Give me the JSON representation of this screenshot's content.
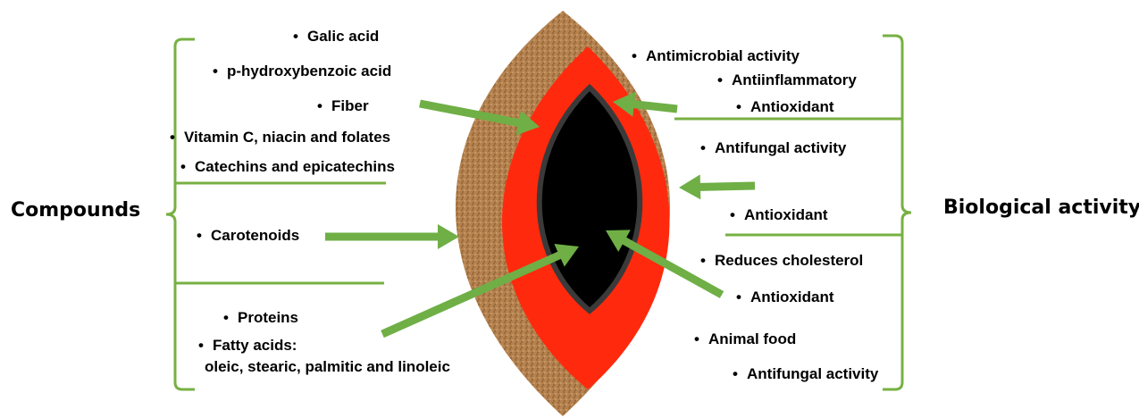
{
  "colors": {
    "bracket": "#77b043",
    "arrow": "#6faf46",
    "seed_coat": "#b5824f",
    "aril": "#ff2a0d",
    "kernel": "#000000",
    "kernel_outline": "#3a3a3a"
  },
  "bullet": "•",
  "left_group": {
    "title": "Compounds",
    "items": [
      "Galic acid",
      "p-hydroxybenzoic acid",
      "Fiber",
      "Vitamin C, niacin and folates",
      "Catechins and epicatechins",
      "Carotenoids",
      "Proteins",
      "Fatty acids:",
      "oleic, stearic, palmitic and linoleic"
    ]
  },
  "right_group": {
    "title": "Biological activity",
    "items": [
      "Antimicrobial activity",
      "Antiinflammatory",
      "Antioxidant",
      "Antifungal activity",
      "Antioxidant",
      "Reduces cholesterol",
      "Antioxidant",
      "Animal food",
      "Antifungal activity"
    ]
  }
}
